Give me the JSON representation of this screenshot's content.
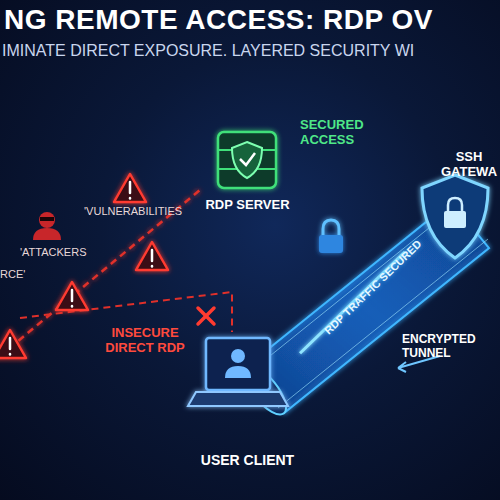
{
  "diagram": {
    "title": "NG REMOTE ACCESS: RDP OV",
    "nodes": [
      {
        "text": [
          "RDP SERVER"
        ]
      },
      {
        "text": [
          "SSH GATEWA"
        ]
      },
      {
        "text": [
          "USER CLIENT"
        ]
      }
    ],
    "edges": [
      {
        "from": 2,
        "to": 1,
        "label": "RDP TRAFFIC SECURED",
        "arrow": "none"
      }
    ],
    "labels": [
      "IMINATE DIRECT EXPOSURE. LAYERED SECURITY WI",
      "SECURED ACCESS",
      "'VULNERABILITIES",
      "'ATTACKERS",
      "RCE'",
      "INSECURE DIRECT RDP",
      "ENCRYPTED TUNNEL"
    ]
  }
}
